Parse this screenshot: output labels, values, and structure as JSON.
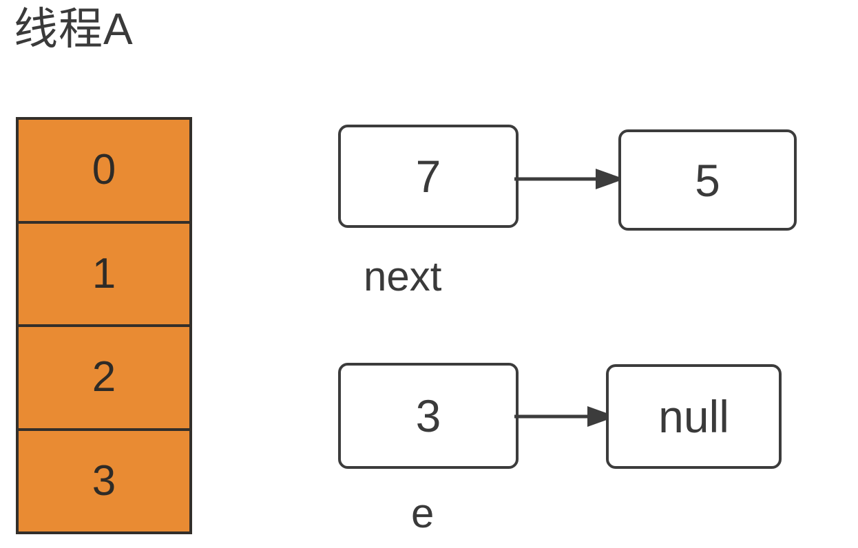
{
  "diagram": {
    "title": "线程A",
    "background_color": "#ffffff",
    "text_color": "#3a3a3a"
  },
  "bucket_table": {
    "name": "hash-bucket-array",
    "fill_color": "#e98b33",
    "border_color": "#332f2a",
    "cells": [
      {
        "index": "0"
      },
      {
        "index": "1"
      },
      {
        "index": "2"
      },
      {
        "index": "3"
      }
    ]
  },
  "linked_lists": [
    {
      "id": "next",
      "caption": "next",
      "nodes": [
        {
          "value": "7"
        },
        {
          "value": "5"
        }
      ],
      "arrow": "arrow-right-icon"
    },
    {
      "id": "e",
      "caption": "e",
      "nodes": [
        {
          "value": "3"
        },
        {
          "value": "null"
        }
      ],
      "arrow": "arrow-right-icon"
    }
  ]
}
